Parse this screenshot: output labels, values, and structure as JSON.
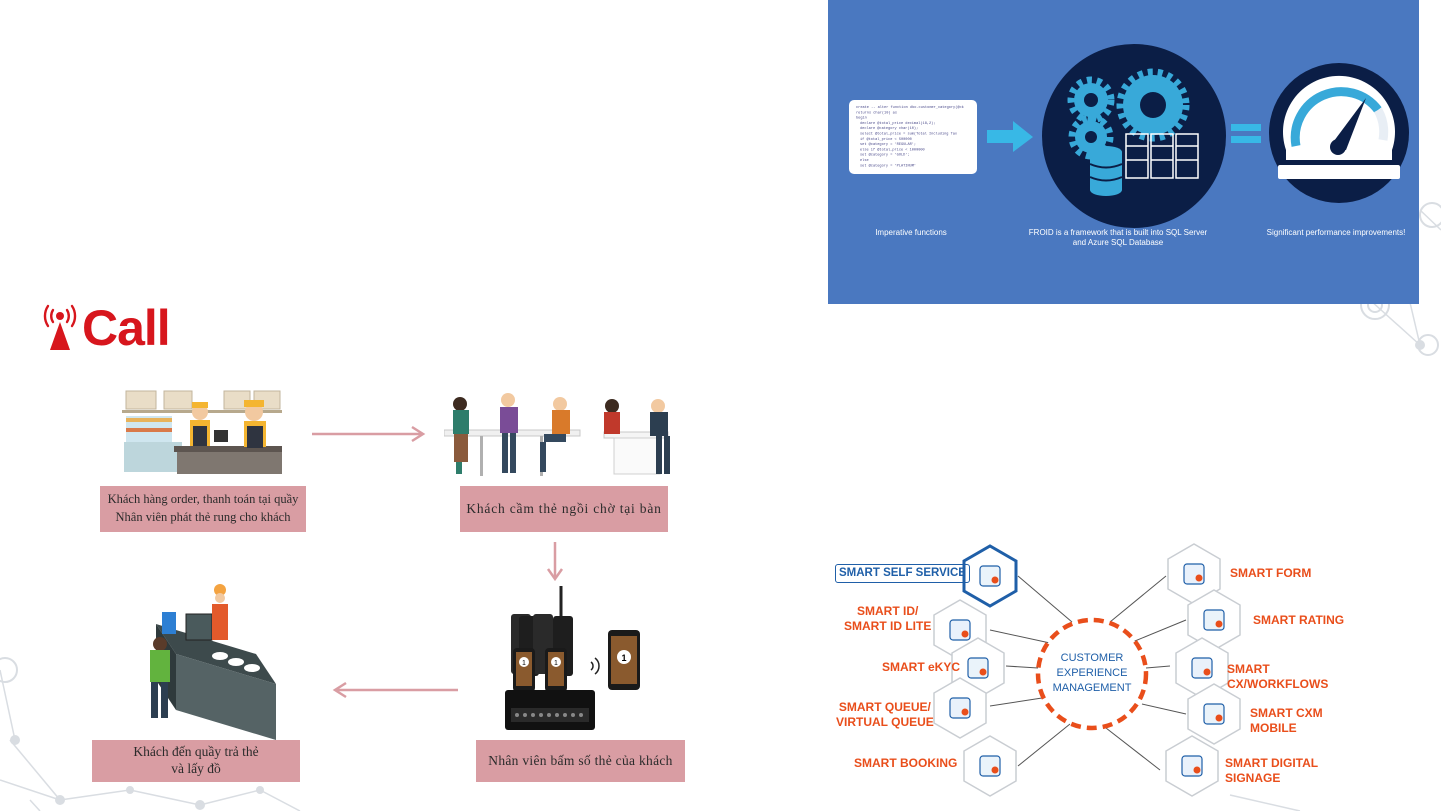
{
  "froid": {
    "captions": [
      "Imperative functions",
      "FROID is a framework that is built into SQL Server and Azure SQL Database",
      "Significant performance improvements!"
    ],
    "code_lines": [
      "create -- alter function dbo.customer_category(@ck",
      "returns char(10) as",
      "begin",
      "declare @total_price decimal(18,2);",
      "declare @category char(10);",
      "select @total_price = sum(Total Including Tax",
      "if @total_price < 500000",
      "set @category = 'REGULAR';",
      "else if @total_price < 1000000",
      "set @category = 'GOLD';",
      "else",
      "set @category = 'PLATINUM'"
    ]
  },
  "icall": {
    "brand": "Call"
  },
  "flow": {
    "step1": [
      "Khách hàng order, thanh toán tại quầy",
      "Nhân viên phát thẻ rung cho khách"
    ],
    "step2": "Khách cầm thẻ ngồi chờ tại bàn",
    "step3": "Nhân viên bấm số thẻ của khách",
    "step4": [
      "Khách đến quầy trả thẻ",
      "và lấy đồ"
    ],
    "pager_number": "1"
  },
  "cxm": {
    "center": [
      "CUSTOMER",
      "EXPERIENCE",
      "MANAGEMENT"
    ],
    "left": [
      "SMART SELF SERVICE",
      "SMART ID/",
      "SMART ID LITE",
      "SMART eKYC",
      "SMART QUEUE/",
      "VIRTUAL QUEUE",
      "SMART BOOKING"
    ],
    "right": [
      "SMART FORM",
      "SMART RATING",
      "SMART CX/WORKFLOWS",
      "SMART CXM MOBILE",
      "SMART DIGITAL SIGNAGE"
    ]
  },
  "colors": {
    "froid_bg": "#4a78c0",
    "icall_red": "#d7161d",
    "caption_bg": "#d99da3",
    "cxm_orange": "#e94e1b",
    "cxm_blue": "#1f5fa8"
  }
}
